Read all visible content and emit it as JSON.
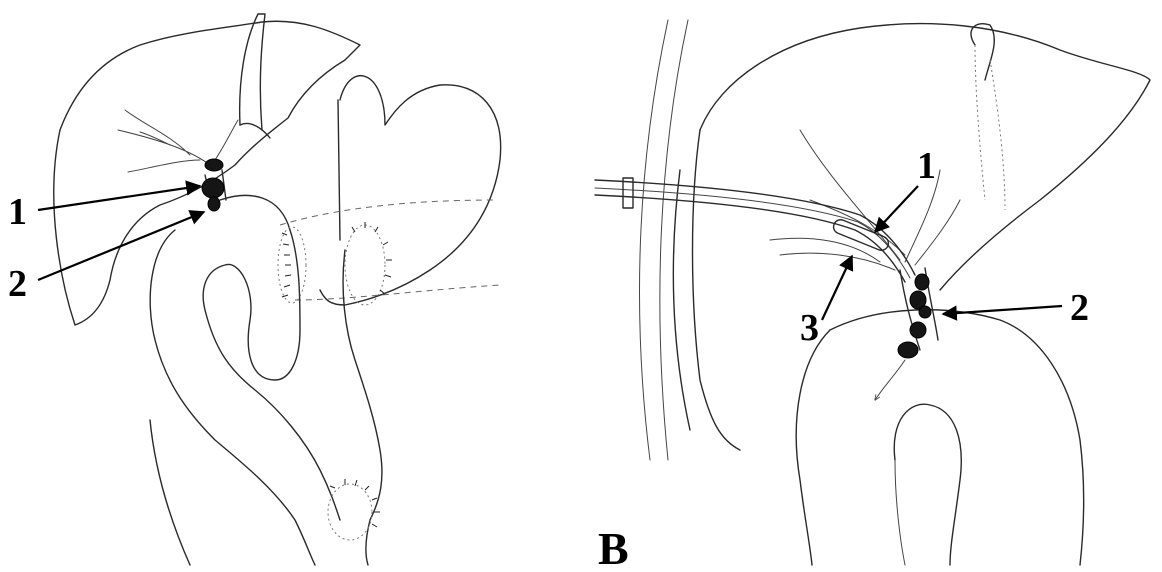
{
  "panel_a": {
    "label_1": "1",
    "label_2": "2"
  },
  "panel_b": {
    "panel_label": "B",
    "label_1": "1",
    "label_2": "2",
    "label_3": "3"
  }
}
